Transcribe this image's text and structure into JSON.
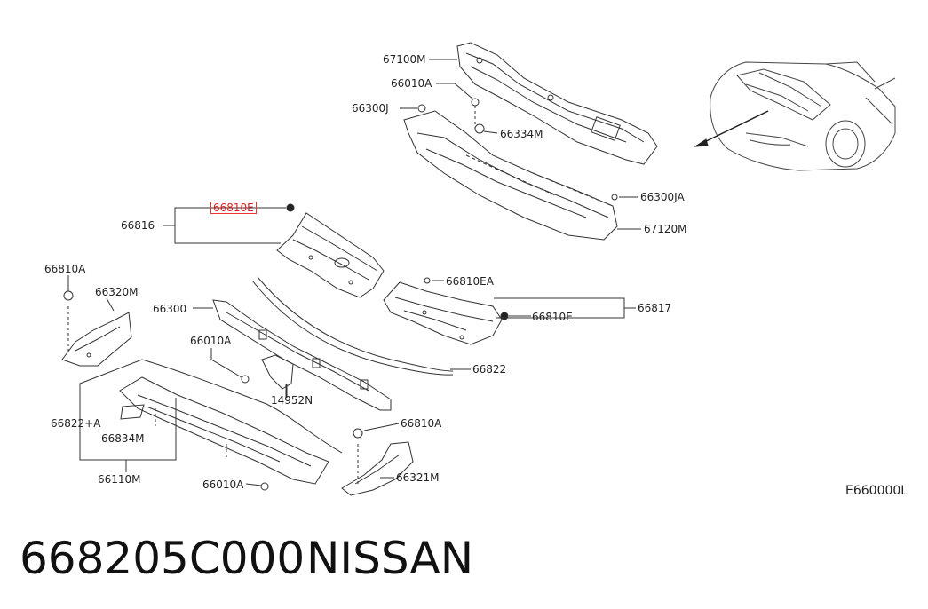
{
  "labels": {
    "l67100M": "67100M",
    "l66010A_top": "66010A",
    "l66300J": "66300J",
    "l66334M": "66334M",
    "l66300JA": "66300JA",
    "l67120M": "67120M",
    "l66810E_hl": "66810E",
    "l66816": "66816",
    "l66810A_left": "66810A",
    "l66320M": "66320M",
    "l66300": "66300",
    "l66810EA": "66810EA",
    "l66810E": "66810E",
    "l66817": "66817",
    "l66010A_mid": "66010A",
    "l14952N": "14952N",
    "l66822": "66822",
    "l66822A": "66822+A",
    "l66834M": "66834M",
    "l66110M": "66110M",
    "l66810A_bottom": "66810A",
    "l66321M": "66321M",
    "l66010A_bottom": "66010A"
  },
  "footer": {
    "part_number": "668205C000",
    "maker": "NISSAN",
    "diagram_code": "E660000L"
  },
  "colors": {
    "line": "#333333",
    "highlight": "#e33333"
  }
}
